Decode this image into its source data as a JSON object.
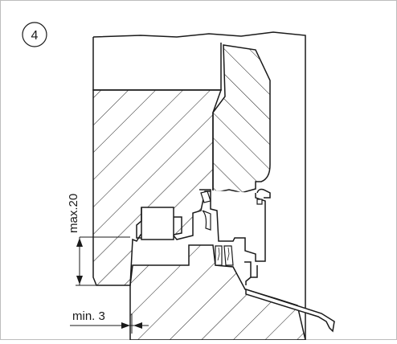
{
  "figure": {
    "number": "4",
    "dimensions": {
      "max": "max.20",
      "min": "min. 3"
    }
  }
}
